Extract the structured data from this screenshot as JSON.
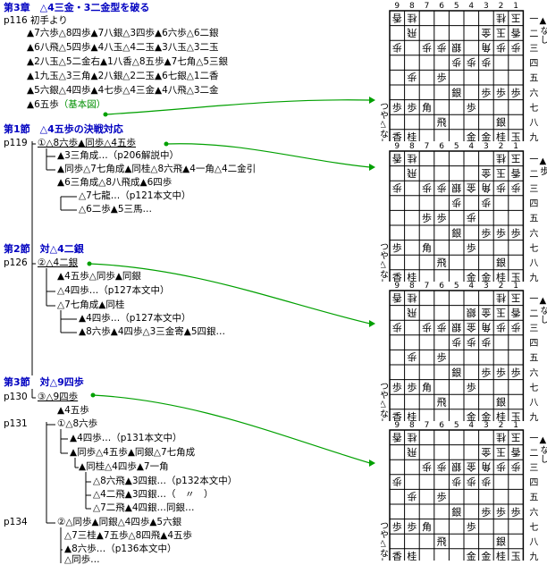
{
  "chapter": {
    "title": "第3章　△4三金・3二金型を破る",
    "p116": "p116",
    "opening": "初手より",
    "moves": [
      "▲7六歩△8四歩▲7八銀△3四歩▲6六歩△6二銀",
      "▲6八飛△5四歩▲4八玉△4二玉▲3八玉△3二玉",
      "▲2八玉△5二金右▲1八香△8五歩▲7七角△5三銀",
      "▲1九玉△3三角▲2八銀△2二玉▲6七銀△1二香",
      "▲5六銀△4四歩▲4七歩△4三金▲4八飛△3二金"
    ],
    "last_move": "▲6五歩",
    "base_label": "（基本図）"
  },
  "section1": {
    "title": "第1節　△4五歩の決戦対応",
    "page": "p119",
    "main": "①△8六歩▲同歩△4五歩",
    "l1": "▲3三角成…（p206解説中）",
    "l2": "▲同歩△7七角成▲同桂△8六飛▲4一角△4二金引",
    "l3": "▲6三角成△8八飛成▲6四歩",
    "l4": "△7七龍…（p121本文中）",
    "l5": "△6二歩▲5三馬…"
  },
  "section2": {
    "title": "第2節　対△4二銀",
    "page": "p126",
    "main": "②△4二銀",
    "l1": "▲4五歩△同歩▲同銀",
    "l2": "△4四歩…（p127本文中）",
    "l3": "△7七角成▲同桂",
    "l4": "▲4四歩…（p127本文中）",
    "l5": "▲8六歩▲4四歩△3三金寄▲5四銀…"
  },
  "section3": {
    "title": "第3節　対△9四歩",
    "page": "p130",
    "main": "③△9四歩",
    "l1": "▲4五歩",
    "page2": "p131",
    "l2": "①△8六歩",
    "l3": "▲4四歩…（p131本文中）",
    "l4": "▲同歩△4五歩▲同銀△7七角成",
    "l5": "▲同桂△4四歩▲7一角",
    "l6": "△8六飛▲3四銀…（p132本文中）",
    "l7": "△4二飛▲3四銀…（　〃　）",
    "l8": "△7二飛▲4四銀…同銀…",
    "page3": "p134",
    "l9": "②△同歩▲同銀△4四歩▲5六銀",
    "l10": "△7三桂▲7五歩△8四飛▲4五歩",
    "l11": "▲8六歩…（p136本文中）",
    "l12": "△同歩…"
  },
  "board_common": {
    "files": [
      "9",
      "8",
      "7",
      "6",
      "5",
      "4",
      "3",
      "2",
      "1"
    ],
    "ranks": [
      "一",
      "二",
      "三",
      "四",
      "五",
      "六",
      "七",
      "八",
      "九"
    ],
    "sente_label": "つや"
  },
  "boards": [
    {
      "hand_gote": "▲なし",
      "hand_sente": "△なし",
      "pieces": [
        {
          "f": 9,
          "r": 1,
          "p": "香",
          "g": true
        },
        {
          "f": 8,
          "r": 1,
          "p": "桂",
          "g": true
        },
        {
          "f": 2,
          "r": 1,
          "p": "桂",
          "g": true
        },
        {
          "f": 1,
          "r": 1,
          "p": "玉",
          "g": true
        },
        {
          "f": 8,
          "r": 2,
          "p": "飛",
          "g": true
        },
        {
          "f": 3,
          "r": 2,
          "p": "金",
          "g": true
        },
        {
          "f": 2,
          "r": 2,
          "p": "玉",
          "g": true
        },
        {
          "f": 1,
          "r": 2,
          "p": "香",
          "g": true
        },
        {
          "f": 5,
          "r": 3,
          "p": "銀",
          "g": true
        },
        {
          "f": 3,
          "r": 3,
          "p": "角",
          "g": true
        },
        {
          "f": 2,
          "r": 3,
          "p": "歩",
          "g": true
        },
        {
          "f": 1,
          "r": 3,
          "p": "歩",
          "g": true
        },
        {
          "f": 9,
          "r": 3,
          "p": "歩",
          "g": true
        },
        {
          "f": 7,
          "r": 3,
          "p": "歩",
          "g": true
        },
        {
          "f": 6,
          "r": 3,
          "p": "歩",
          "g": true
        },
        {
          "f": 5,
          "r": 4,
          "p": "歩",
          "g": true
        },
        {
          "f": 4,
          "r": 4,
          "p": "歩",
          "g": true
        },
        {
          "f": 3,
          "r": 4,
          "p": "歩",
          "g": true
        },
        {
          "f": 8,
          "r": 5,
          "p": "歩",
          "g": true
        },
        {
          "f": 6,
          "r": 5,
          "p": "歩",
          "g": false
        },
        {
          "f": 5,
          "r": 6,
          "p": "銀",
          "g": false
        },
        {
          "f": 3,
          "r": 6,
          "p": "歩",
          "g": false
        },
        {
          "f": 2,
          "r": 6,
          "p": "歩",
          "g": false
        },
        {
          "f": 1,
          "r": 6,
          "p": "歩",
          "g": false
        },
        {
          "f": 9,
          "r": 7,
          "p": "歩",
          "g": false
        },
        {
          "f": 8,
          "r": 7,
          "p": "歩",
          "g": false
        },
        {
          "f": 7,
          "r": 7,
          "p": "角",
          "g": false
        },
        {
          "f": 4,
          "r": 7,
          "p": "歩",
          "g": false
        },
        {
          "f": 6,
          "r": 8,
          "p": "飛",
          "g": false
        },
        {
          "f": 2,
          "r": 8,
          "p": "銀",
          "g": false
        },
        {
          "f": 9,
          "r": 9,
          "p": "香",
          "g": false
        },
        {
          "f": 8,
          "r": 9,
          "p": "桂",
          "g": false
        },
        {
          "f": 4,
          "r": 9,
          "p": "金",
          "g": false
        },
        {
          "f": 3,
          "r": 9,
          "p": "金",
          "g": false
        },
        {
          "f": 2,
          "r": 9,
          "p": "桂",
          "g": false
        },
        {
          "f": 1,
          "r": 9,
          "p": "玉",
          "g": false
        }
      ]
    },
    {
      "hand_gote": "▲歩",
      "hand_sente": "△なし",
      "pieces": [
        {
          "f": 9,
          "r": 1,
          "p": "香",
          "g": true
        },
        {
          "f": 8,
          "r": 1,
          "p": "桂",
          "g": true
        },
        {
          "f": 2,
          "r": 1,
          "p": "桂",
          "g": true
        },
        {
          "f": 1,
          "r": 1,
          "p": "玉",
          "g": true
        },
        {
          "f": 8,
          "r": 2,
          "p": "飛",
          "g": true
        },
        {
          "f": 3,
          "r": 2,
          "p": "金",
          "g": true
        },
        {
          "f": 2,
          "r": 2,
          "p": "玉",
          "g": true
        },
        {
          "f": 1,
          "r": 2,
          "p": "香",
          "g": true
        },
        {
          "f": 5,
          "r": 3,
          "p": "銀",
          "g": true
        },
        {
          "f": 4,
          "r": 3,
          "p": "金",
          "g": true
        },
        {
          "f": 3,
          "r": 3,
          "p": "角",
          "g": true
        },
        {
          "f": 2,
          "r": 3,
          "p": "歩",
          "g": true
        },
        {
          "f": 1,
          "r": 3,
          "p": "歩",
          "g": true
        },
        {
          "f": 9,
          "r": 3,
          "p": "歩",
          "g": true
        },
        {
          "f": 7,
          "r": 3,
          "p": "歩",
          "g": true
        },
        {
          "f": 6,
          "r": 3,
          "p": "歩",
          "g": true
        },
        {
          "f": 5,
          "r": 4,
          "p": "歩",
          "g": true
        },
        {
          "f": 4,
          "r": 5,
          "p": "歩",
          "g": true
        },
        {
          "f": 3,
          "r": 4,
          "p": "歩",
          "g": true
        },
        {
          "f": 7,
          "r": 5,
          "p": "歩",
          "g": false
        },
        {
          "f": 6,
          "r": 5,
          "p": "歩",
          "g": false
        },
        {
          "f": 5,
          "r": 6,
          "p": "銀",
          "g": false
        },
        {
          "f": 3,
          "r": 6,
          "p": "歩",
          "g": false
        },
        {
          "f": 2,
          "r": 6,
          "p": "歩",
          "g": false
        },
        {
          "f": 1,
          "r": 6,
          "p": "歩",
          "g": false
        },
        {
          "f": 9,
          "r": 7,
          "p": "歩",
          "g": false
        },
        {
          "f": 7,
          "r": 7,
          "p": "角",
          "g": false
        },
        {
          "f": 4,
          "r": 7,
          "p": "歩",
          "g": false
        },
        {
          "f": 6,
          "r": 8,
          "p": "飛",
          "g": false
        },
        {
          "f": 2,
          "r": 8,
          "p": "銀",
          "g": false
        },
        {
          "f": 9,
          "r": 9,
          "p": "香",
          "g": false
        },
        {
          "f": 8,
          "r": 9,
          "p": "桂",
          "g": false
        },
        {
          "f": 4,
          "r": 9,
          "p": "金",
          "g": false
        },
        {
          "f": 3,
          "r": 9,
          "p": "金",
          "g": false
        },
        {
          "f": 2,
          "r": 9,
          "p": "桂",
          "g": false
        },
        {
          "f": 1,
          "r": 9,
          "p": "玉",
          "g": false
        }
      ]
    },
    {
      "hand_gote": "▲なし",
      "hand_sente": "△なし",
      "pieces": [
        {
          "f": 9,
          "r": 1,
          "p": "香",
          "g": true
        },
        {
          "f": 8,
          "r": 1,
          "p": "桂",
          "g": true
        },
        {
          "f": 2,
          "r": 1,
          "p": "桂",
          "g": true
        },
        {
          "f": 1,
          "r": 1,
          "p": "玉",
          "g": true
        },
        {
          "f": 8,
          "r": 2,
          "p": "飛",
          "g": true
        },
        {
          "f": 4,
          "r": 2,
          "p": "銀",
          "g": true
        },
        {
          "f": 3,
          "r": 2,
          "p": "金",
          "g": true
        },
        {
          "f": 2,
          "r": 2,
          "p": "玉",
          "g": true
        },
        {
          "f": 1,
          "r": 2,
          "p": "香",
          "g": true
        },
        {
          "f": 5,
          "r": 3,
          "p": "銀",
          "g": true
        },
        {
          "f": 4,
          "r": 3,
          "p": "金",
          "g": true
        },
        {
          "f": 3,
          "r": 3,
          "p": "角",
          "g": true
        },
        {
          "f": 2,
          "r": 3,
          "p": "歩",
          "g": true
        },
        {
          "f": 1,
          "r": 3,
          "p": "歩",
          "g": true
        },
        {
          "f": 9,
          "r": 3,
          "p": "歩",
          "g": true
        },
        {
          "f": 7,
          "r": 3,
          "p": "歩",
          "g": true
        },
        {
          "f": 6,
          "r": 3,
          "p": "歩",
          "g": true
        },
        {
          "f": 5,
          "r": 4,
          "p": "歩",
          "g": true
        },
        {
          "f": 4,
          "r": 4,
          "p": "歩",
          "g": true
        },
        {
          "f": 3,
          "r": 4,
          "p": "歩",
          "g": true
        },
        {
          "f": 8,
          "r": 5,
          "p": "歩",
          "g": true
        },
        {
          "f": 6,
          "r": 5,
          "p": "歩",
          "g": false
        },
        {
          "f": 5,
          "r": 6,
          "p": "銀",
          "g": false
        },
        {
          "f": 3,
          "r": 6,
          "p": "歩",
          "g": false
        },
        {
          "f": 2,
          "r": 6,
          "p": "歩",
          "g": false
        },
        {
          "f": 1,
          "r": 6,
          "p": "歩",
          "g": false
        },
        {
          "f": 9,
          "r": 7,
          "p": "歩",
          "g": false
        },
        {
          "f": 8,
          "r": 7,
          "p": "歩",
          "g": false
        },
        {
          "f": 7,
          "r": 7,
          "p": "角",
          "g": false
        },
        {
          "f": 4,
          "r": 7,
          "p": "歩",
          "g": false
        },
        {
          "f": 6,
          "r": 8,
          "p": "飛",
          "g": false
        },
        {
          "f": 2,
          "r": 8,
          "p": "銀",
          "g": false
        },
        {
          "f": 9,
          "r": 9,
          "p": "香",
          "g": false
        },
        {
          "f": 8,
          "r": 9,
          "p": "桂",
          "g": false
        },
        {
          "f": 4,
          "r": 9,
          "p": "金",
          "g": false
        },
        {
          "f": 3,
          "r": 9,
          "p": "金",
          "g": false
        },
        {
          "f": 2,
          "r": 9,
          "p": "桂",
          "g": false
        },
        {
          "f": 1,
          "r": 9,
          "p": "玉",
          "g": false
        }
      ]
    },
    {
      "hand_gote": "▲なし",
      "hand_sente": "△なし",
      "pieces": [
        {
          "f": 9,
          "r": 1,
          "p": "香",
          "g": true
        },
        {
          "f": 8,
          "r": 1,
          "p": "桂",
          "g": true
        },
        {
          "f": 2,
          "r": 1,
          "p": "桂",
          "g": true
        },
        {
          "f": 1,
          "r": 1,
          "p": "玉",
          "g": true
        },
        {
          "f": 8,
          "r": 2,
          "p": "飛",
          "g": true
        },
        {
          "f": 3,
          "r": 2,
          "p": "金",
          "g": true
        },
        {
          "f": 2,
          "r": 2,
          "p": "玉",
          "g": true
        },
        {
          "f": 1,
          "r": 2,
          "p": "香",
          "g": true
        },
        {
          "f": 5,
          "r": 3,
          "p": "銀",
          "g": true
        },
        {
          "f": 4,
          "r": 3,
          "p": "金",
          "g": true
        },
        {
          "f": 3,
          "r": 3,
          "p": "角",
          "g": true
        },
        {
          "f": 2,
          "r": 3,
          "p": "歩",
          "g": true
        },
        {
          "f": 1,
          "r": 3,
          "p": "歩",
          "g": true
        },
        {
          "f": 7,
          "r": 3,
          "p": "歩",
          "g": true
        },
        {
          "f": 6,
          "r": 3,
          "p": "歩",
          "g": true
        },
        {
          "f": 9,
          "r": 4,
          "p": "歩",
          "g": true
        },
        {
          "f": 5,
          "r": 4,
          "p": "歩",
          "g": true
        },
        {
          "f": 4,
          "r": 4,
          "p": "歩",
          "g": true
        },
        {
          "f": 3,
          "r": 4,
          "p": "歩",
          "g": true
        },
        {
          "f": 8,
          "r": 5,
          "p": "歩",
          "g": true
        },
        {
          "f": 6,
          "r": 5,
          "p": "歩",
          "g": false
        },
        {
          "f": 5,
          "r": 6,
          "p": "銀",
          "g": false
        },
        {
          "f": 3,
          "r": 6,
          "p": "歩",
          "g": false
        },
        {
          "f": 2,
          "r": 6,
          "p": "歩",
          "g": false
        },
        {
          "f": 1,
          "r": 6,
          "p": "歩",
          "g": false
        },
        {
          "f": 9,
          "r": 7,
          "p": "歩",
          "g": false
        },
        {
          "f": 8,
          "r": 7,
          "p": "歩",
          "g": false
        },
        {
          "f": 7,
          "r": 7,
          "p": "角",
          "g": false
        },
        {
          "f": 4,
          "r": 7,
          "p": "歩",
          "g": false
        },
        {
          "f": 6,
          "r": 8,
          "p": "飛",
          "g": false
        },
        {
          "f": 2,
          "r": 8,
          "p": "銀",
          "g": false
        },
        {
          "f": 9,
          "r": 9,
          "p": "香",
          "g": false
        },
        {
          "f": 8,
          "r": 9,
          "p": "桂",
          "g": false
        },
        {
          "f": 4,
          "r": 9,
          "p": "金",
          "g": false
        },
        {
          "f": 3,
          "r": 9,
          "p": "金",
          "g": false
        },
        {
          "f": 2,
          "r": 9,
          "p": "桂",
          "g": false
        },
        {
          "f": 1,
          "r": 9,
          "p": "玉",
          "g": false
        }
      ]
    }
  ],
  "colors": {
    "heading": "#0000c0",
    "arrow": "#00a000"
  }
}
